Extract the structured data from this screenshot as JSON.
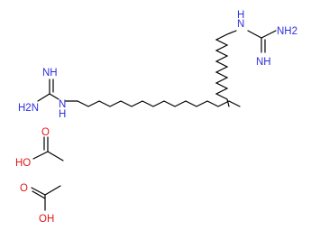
{
  "structure": {
    "guanidine_top": {
      "imine": "NH",
      "amine": "NH2",
      "link": "N",
      "link_h": "H"
    },
    "guanidine_left": {
      "imine": "NH",
      "amine": "H2N",
      "link": "N",
      "link_h": "H"
    },
    "acetic_acid_1": {
      "hydroxyl": "HO",
      "carbonyl": "O"
    },
    "acetic_acid_2": {
      "hydroxyl": "OH",
      "carbonyl": "O"
    },
    "colors": {
      "nitrogen": "#2f2fe0",
      "oxygen": "#e01818",
      "bond": "#000000"
    }
  }
}
